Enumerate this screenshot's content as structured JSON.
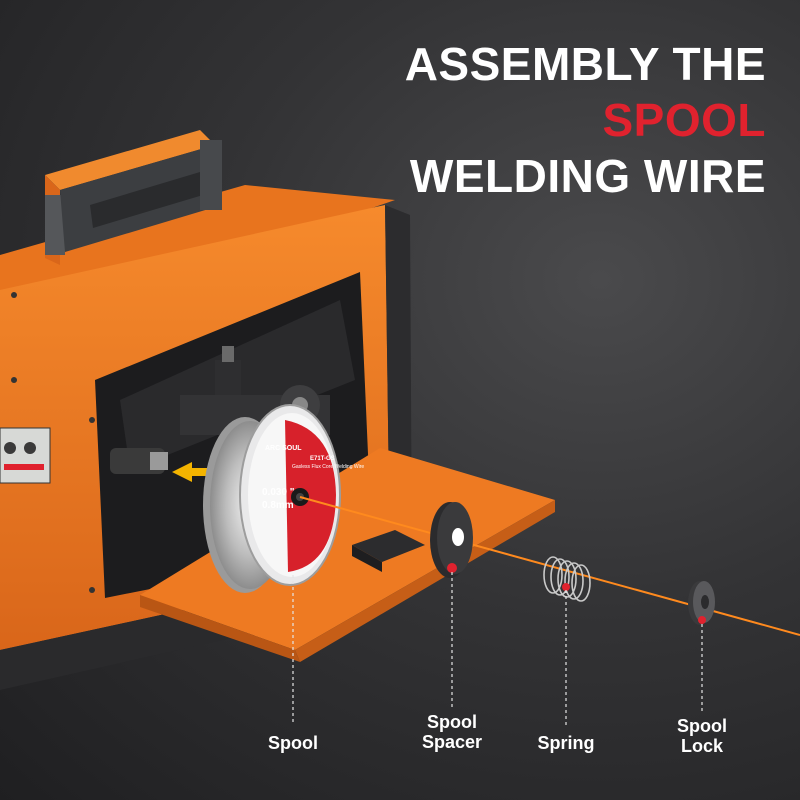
{
  "headline": {
    "line1": "ASSEMBLY THE",
    "line2": "SPOOL",
    "line3": "WELDING WIRE"
  },
  "parts": [
    {
      "id": "spool",
      "label": "Spool"
    },
    {
      "id": "spool-spacer",
      "label": "Spool Spacer"
    },
    {
      "id": "spring",
      "label": "Spring"
    },
    {
      "id": "spool-lock",
      "label": "Spool Lock"
    }
  ],
  "spool_label": {
    "brand": "ARC SOUL",
    "product": "Gasless Flux Core Welding Wire",
    "code": "E71T-GS",
    "diameter_in": "0.030 \"",
    "diameter_mm": "0.8mm"
  },
  "colors": {
    "accent_red": "#e0222e",
    "machine_orange": "#ee7a22",
    "alignment_line": "#ff8a1e"
  }
}
